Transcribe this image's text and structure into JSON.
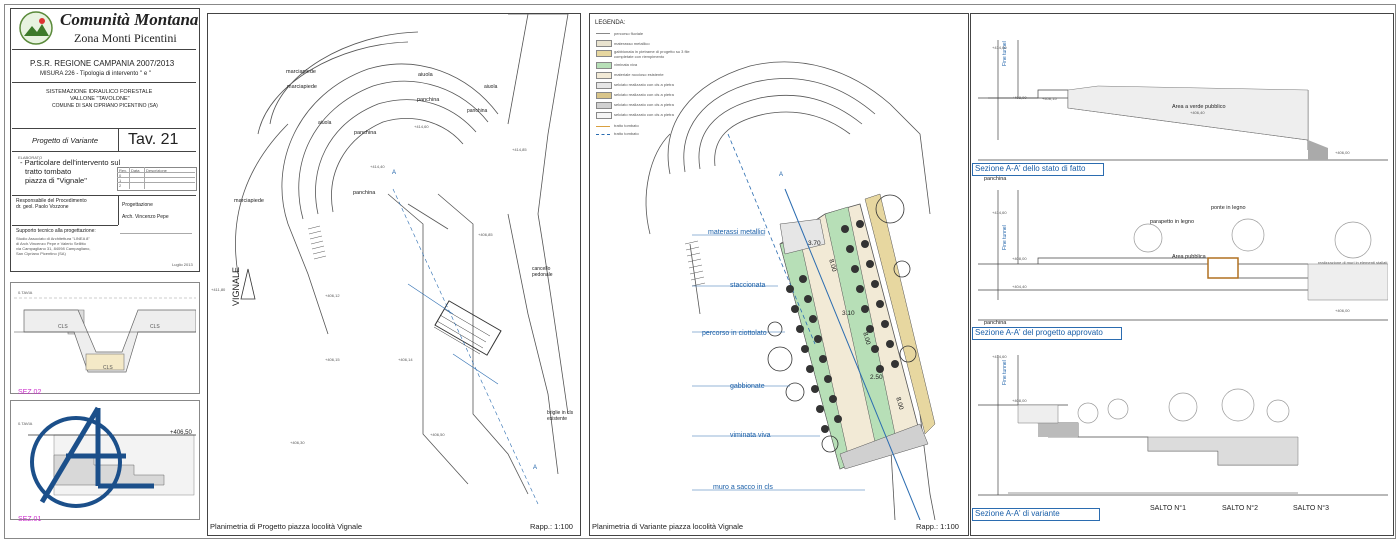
{
  "titleblock": {
    "org_name": "Comunità Montana",
    "org_sub": "Zona Monti Picentini",
    "program": "P.S.R. REGIONE CAMPANIA 2007/2013",
    "measure": "MISURA 226 - Tipologia di intervento  \" e \"",
    "project_line1": "SISTEMAZIONE IDRAULICO FORESTALE",
    "project_line2": "VALLONE \"TAVOLONE\"",
    "project_line3": "COMUNE DI SAN CIPRIANO PICENTINO (SA)",
    "project_type": "Progetto di Variante",
    "tav": "Tav. 21",
    "elaborato_label": "ELABORATO",
    "elaborato_text1": "- Particolare dell'intervento sul",
    "elaborato_text2": "tratto tombato",
    "elaborato_text3": "piazza di \"Vignale\"",
    "rev_headers": [
      "Rev.",
      "Data",
      "Descrizione"
    ],
    "rev_rows": [
      "0",
      "1",
      "2"
    ],
    "responsabile_label": "Responsabile del Procedimento",
    "responsabile_name": "dr. geol. Paolo Vozzone",
    "progettazione_label": "Progettazione",
    "progettazione_name": "Arch. Vincenzo Pepe",
    "supporto_label": "Supporto tecnico alla progettazione:",
    "supporto_lines": [
      "Studio Associato di Architettura \"LINEA 8\"",
      "di Arch.Vincenzo Pepe e Valerio Sellitto",
      "via Campagliano 31, 84098 Campagliano,",
      "San Cipriano Picentino (SA)"
    ],
    "date": "Luglio 2013"
  },
  "sections_small": {
    "quota_top": "0.TAVIA",
    "cls_labels": [
      "CLS",
      "CLS",
      "CLS"
    ],
    "sez02": "SEZ.02",
    "quota_bottom": "0.TAVIA",
    "elev": "+406,50",
    "sez01": "SEZ.01"
  },
  "plan1": {
    "labels": {
      "marciapiede1": "marciapiede",
      "marciapiede2": "marciapiede",
      "marciapiede3": "marciapiede",
      "aiuola1": "aiuola",
      "aiuola2": "aiuola",
      "aiuola3": "aiuola",
      "panchina1": "panchina",
      "panchina2": "panchina",
      "panchina3": "panchina",
      "panchina4": "panchina",
      "vignale": "VIGNALE",
      "cancello": "cancello pedonale",
      "briglie": "briglie in cls esistente"
    },
    "section_mark": "A",
    "elevations": [
      "+414,60",
      "+414,85",
      "+414,40",
      "+411,80",
      "+406,12",
      "+406,15",
      "+406,14",
      "+406,85",
      "+406,50",
      "+406,30"
    ],
    "caption": "Planimetria di Progetto piazza locolità Vignale",
    "scale": "Rapp.: 1:100"
  },
  "plan2": {
    "legend_title": "LEGENDA:",
    "legend": [
      {
        "label": "percorso fluviale",
        "swatch": "line",
        "color": "#888888"
      },
      {
        "label": "materasso metallico",
        "swatch": "box",
        "color": "#e9e3cf"
      },
      {
        "label": "gabbionata in pietrame di progetto su 3 file completate con riempimento",
        "swatch": "box",
        "color": "#e7d7a0"
      },
      {
        "label": "viminata viva",
        "swatch": "box",
        "color": "#b7dfb7"
      },
      {
        "label": "materiale roccioso esistente",
        "swatch": "box",
        "color": "#f2ead6"
      },
      {
        "label": "selciato realizzato con cls a pietra",
        "swatch": "box",
        "color": "#e6e6e6"
      },
      {
        "label": "selciato realizzato con cls a pietra",
        "swatch": "box",
        "color": "#d9c58a"
      },
      {
        "label": "selciato realizzato con cls a pietra",
        "swatch": "box",
        "color": "#d0d0d0"
      },
      {
        "label": "selciato realizzato con cls a pietra",
        "swatch": "box",
        "color": "#f5f5f5"
      },
      {
        "label": "tratto tombato",
        "swatch": "line",
        "color": "#d9a040"
      },
      {
        "label": "tratto tombato",
        "swatch": "dash",
        "color": "#2b6cb0"
      }
    ],
    "callouts": [
      "materassi metallici",
      "staccionata",
      "percorso in ciottolato",
      "gabbionate",
      "viminata viva",
      "muro a sacco in cls"
    ],
    "dims": [
      "3.70",
      "8.00",
      "3.10",
      "8.00",
      "2.50",
      "8.00"
    ],
    "section_mark": "A",
    "caption": "Planimetria di Variante piazza locolità Vignale",
    "scale": "Rapp.: 1:100"
  },
  "sections": {
    "s1": {
      "title": "Sezione A-A' dello stato di fatto",
      "label_area": "Area a verde pubblico",
      "label_fine": "Fine tunnel",
      "elevs": [
        "+414,60",
        "+408,15",
        "+408,00",
        "+406,40",
        "+406,00"
      ]
    },
    "s2": {
      "title": "Sezione A-A' del progetto approvato",
      "panchina": "panchina",
      "parapetto": "parapetto in legno",
      "ponte": "ponte in legno",
      "area": "Area pubblica",
      "label_fine": "Fine tunnel",
      "note": "realizzazione di muri in elementi stallati",
      "elevs": [
        "+414,60",
        "+408,00",
        "+404,40",
        "+406,00"
      ]
    },
    "s3": {
      "title": "Sezione A-A' di variante",
      "panchina": "panchina",
      "label_fine": "Fine tunnel",
      "steps": [
        "SALTO N°1",
        "SALTO N°2",
        "SALTO N°3"
      ],
      "elevs": [
        "+414,60",
        "+408,00"
      ]
    }
  },
  "colors": {
    "green": "#b7dfb7",
    "tan": "#e7d7a0",
    "blue_line": "#2b6cb0",
    "magenta": "#cc33cc"
  }
}
